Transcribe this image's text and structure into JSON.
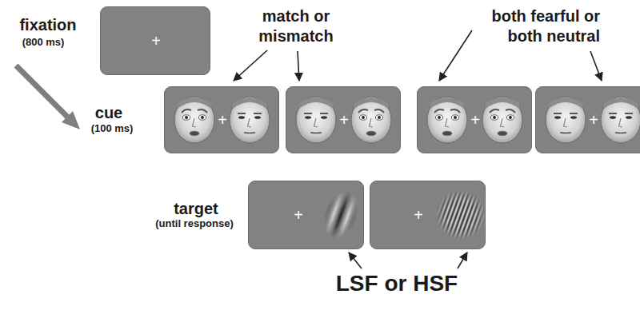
{
  "diagram": {
    "nodes": [
      {
        "text": [
          "+"
        ]
      },
      {
        "text": [
          "+"
        ]
      },
      {
        "text": [
          "+"
        ]
      },
      {
        "text": [
          "+"
        ]
      },
      {
        "text": [
          "+"
        ]
      },
      {
        "text": [
          "+"
        ]
      },
      {
        "text": [
          "+"
        ]
      }
    ],
    "labels": [
      "fixation",
      "(800 ms)",
      "match or mismatch",
      "both fearful or both neutral",
      "cue",
      "(100 ms)",
      "target",
      "(until response)",
      "LSF or HSF"
    ]
  }
}
